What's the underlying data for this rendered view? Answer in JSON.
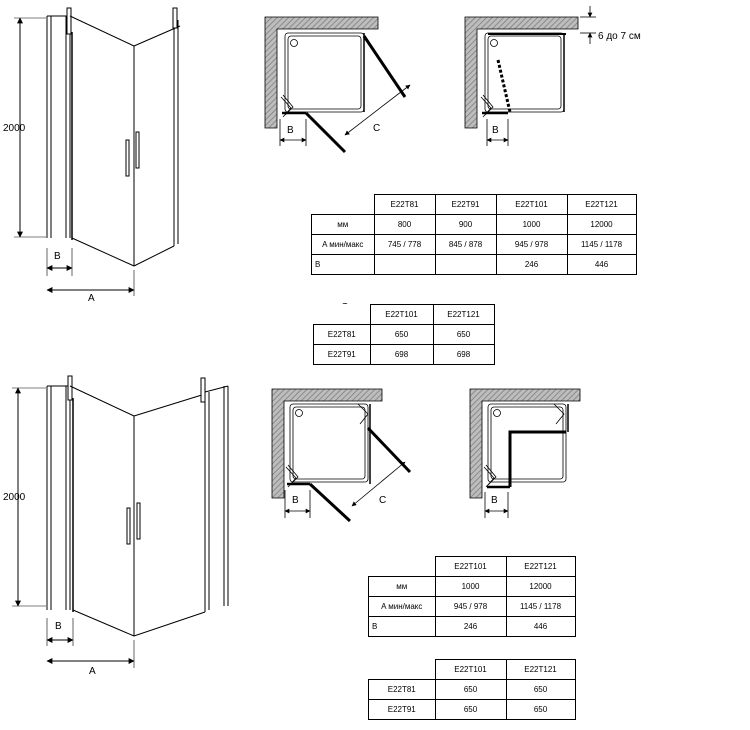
{
  "labels": {
    "height": "2000",
    "dim_a": "A",
    "dim_b": "B",
    "dim_c": "C",
    "gap_note": "6 до 7 см"
  },
  "table1": {
    "headers": [
      "E22T81",
      "E22T91",
      "E22T101",
      "E22T121"
    ],
    "rows": [
      {
        "label": "мм",
        "cells": [
          "800",
          "900",
          "1000",
          "12000"
        ]
      },
      {
        "label": "A мин/макс",
        "cells": [
          "745 / 778",
          "845 / 878",
          "945 / 978",
          "1145 / 1178"
        ]
      },
      {
        "label": "B",
        "cells": [
          "",
          "",
          "246",
          "446"
        ]
      }
    ]
  },
  "ctable1": {
    "title": "C",
    "headers": [
      "E22T101",
      "E22T121"
    ],
    "rows": [
      {
        "label": "E22T81",
        "cells": [
          "650",
          "650"
        ]
      },
      {
        "label": "E22T91",
        "cells": [
          "698",
          "698"
        ]
      }
    ]
  },
  "table2": {
    "headers": [
      "E22T101",
      "E22T121"
    ],
    "rows": [
      {
        "label": "мм",
        "cells": [
          "1000",
          "12000"
        ]
      },
      {
        "label": "A мин/макс",
        "cells": [
          "945 / 978",
          "1145 / 1178"
        ]
      },
      {
        "label": "B",
        "cells": [
          "246",
          "446"
        ]
      }
    ]
  },
  "ctable2": {
    "title": "C",
    "headers": [
      "E22T101",
      "E22T121"
    ],
    "rows": [
      {
        "label": "E22T81",
        "cells": [
          "650",
          "650"
        ]
      },
      {
        "label": "E22T91",
        "cells": [
          "650",
          "650"
        ]
      }
    ]
  }
}
